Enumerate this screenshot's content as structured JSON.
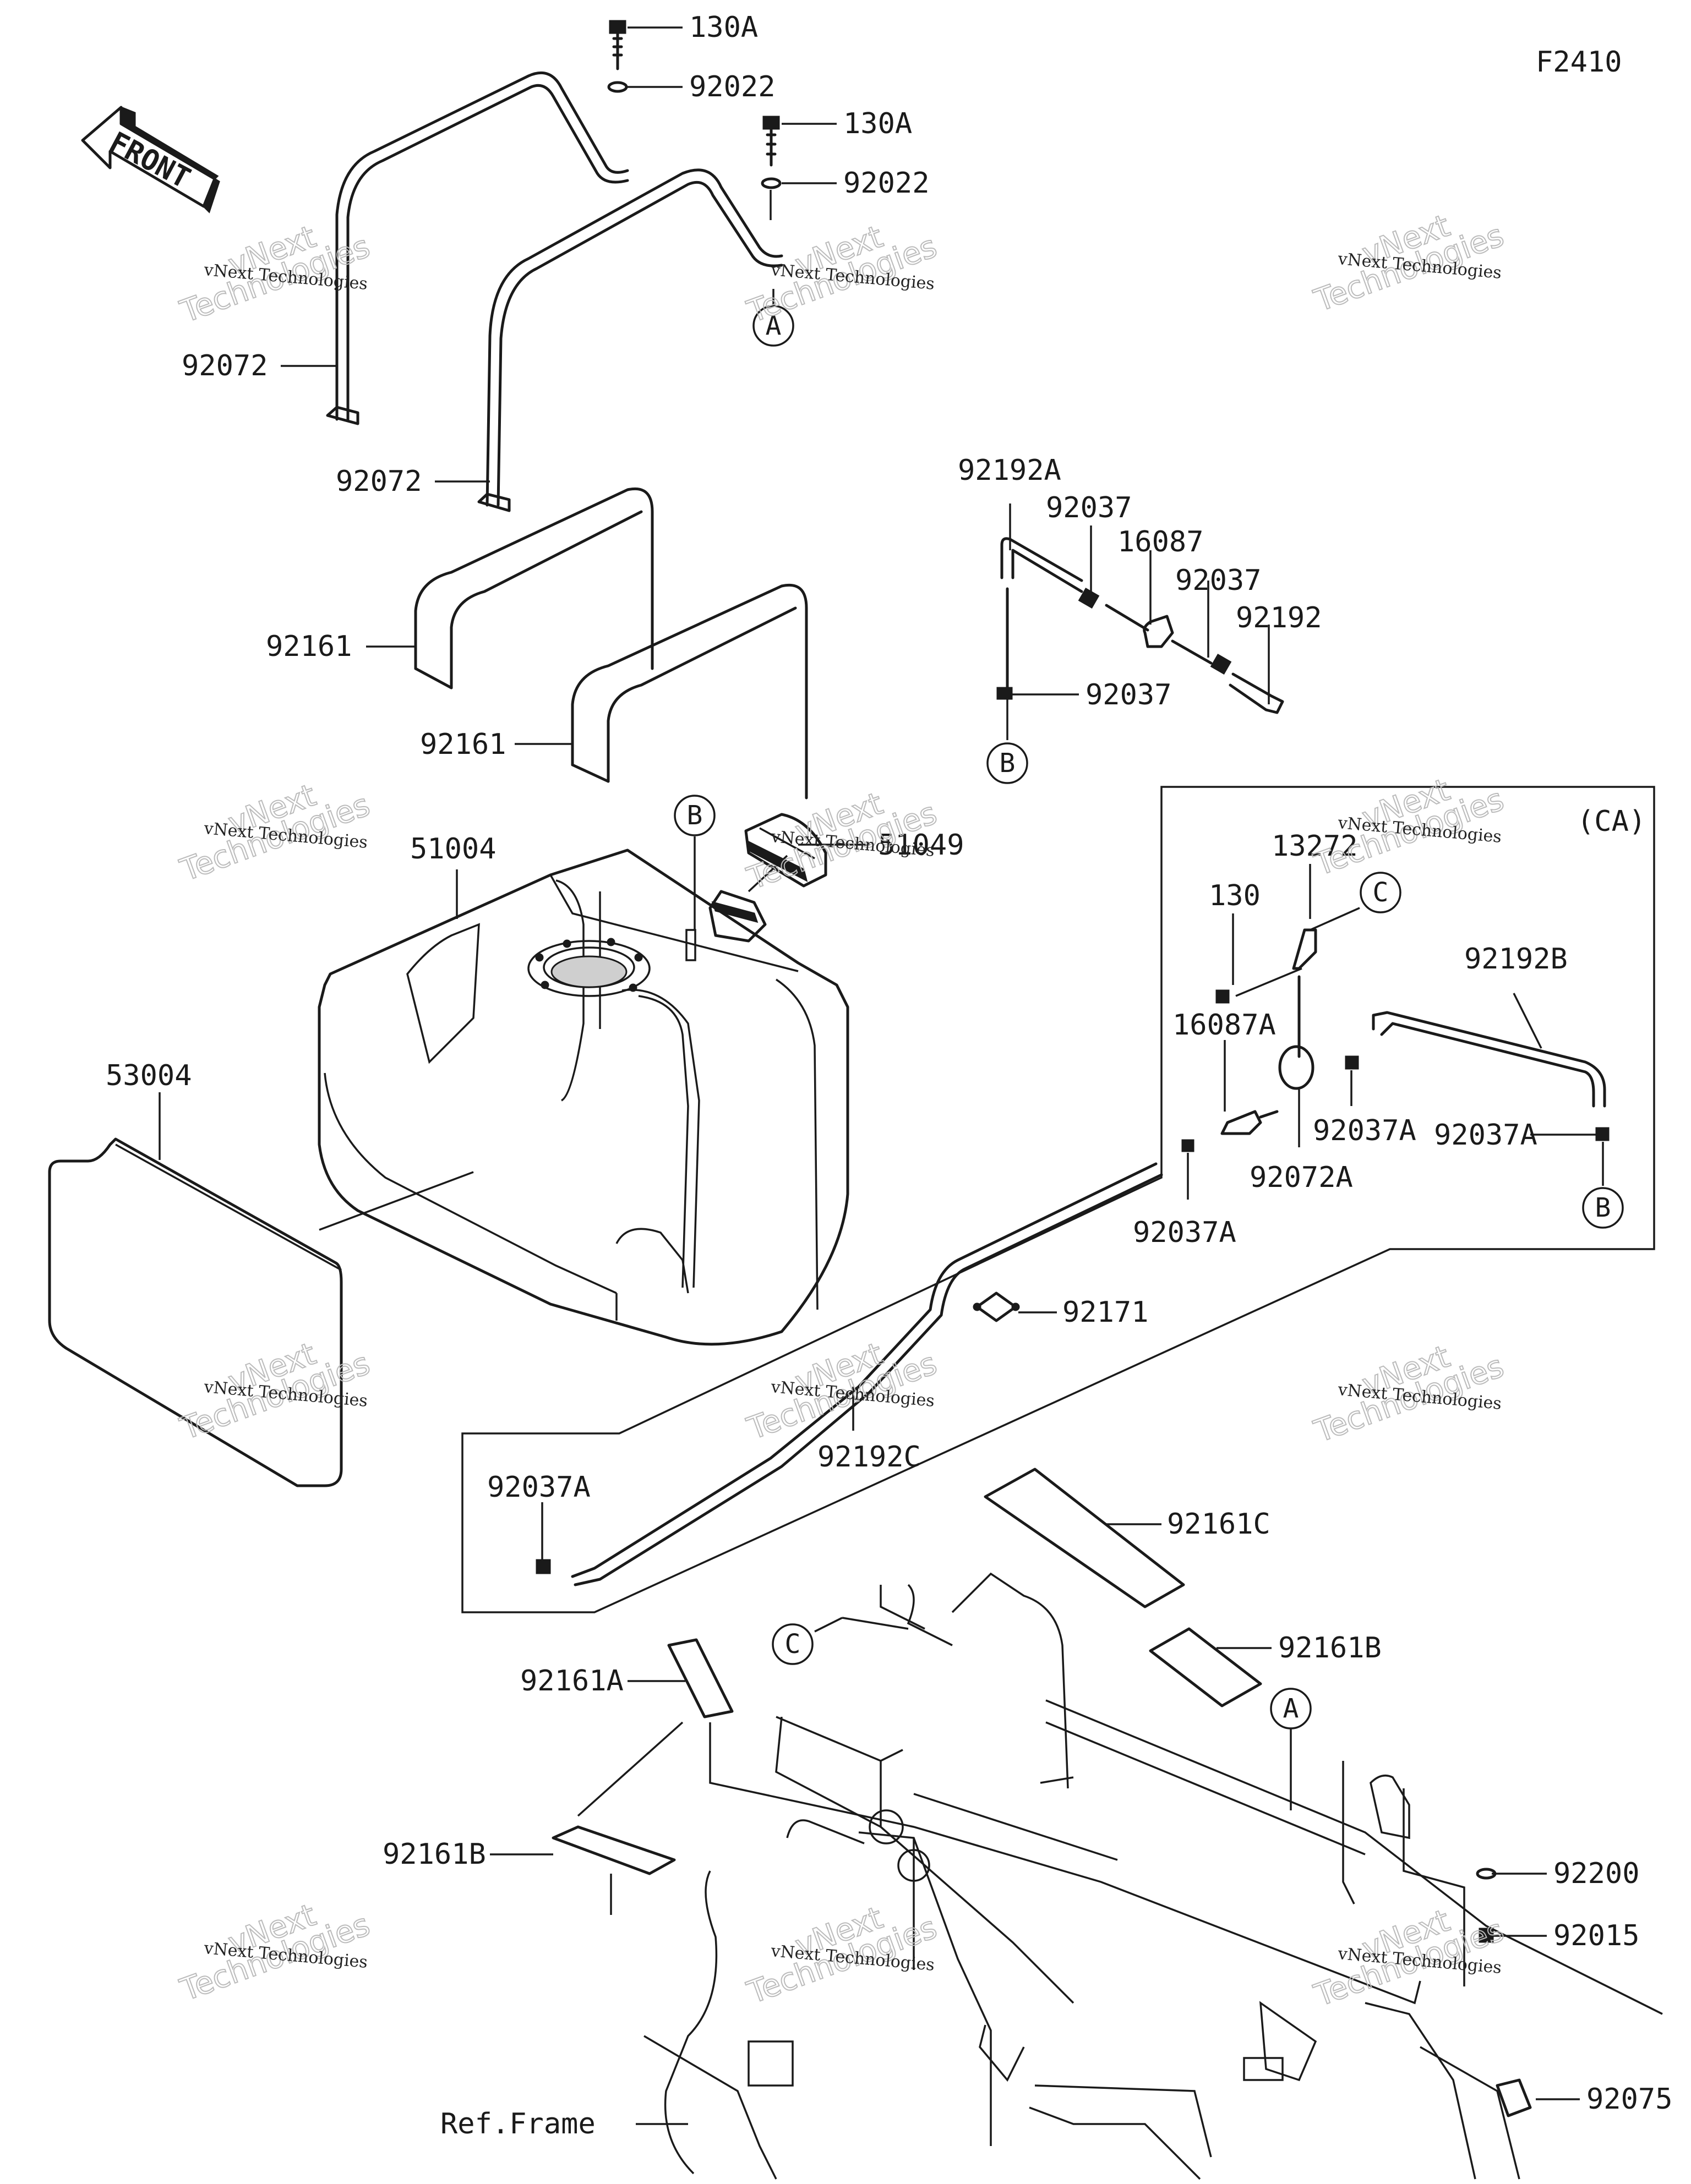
{
  "figure_code": "F2410",
  "front_label": "FRONT",
  "watermark": {
    "brand": "vNext Technologies",
    "line1": "vNext",
    "line2": "Technologies"
  },
  "parts": {
    "p130A_1": "130A",
    "p92022_1": "92022",
    "p130A_2": "130A",
    "p92022_2": "92022",
    "p92072_1": "92072",
    "p92072_2": "92072",
    "p92161_1": "92161",
    "p92161_2": "92161",
    "p92192A": "92192A",
    "p92037_a": "92037",
    "p16087": "16087",
    "p92037_b": "92037",
    "p92192": "92192",
    "p92037_c": "92037",
    "p51004": "51004",
    "p51049": "51049",
    "p53004": "53004",
    "ca_label": "(CA)",
    "p13272": "13272",
    "p130": "130",
    "p92192B": "92192B",
    "p16087A": "16087A",
    "p92037A_1": "92037A",
    "p92037A_2": "92037A",
    "p92072A": "92072A",
    "p92037A_3": "92037A",
    "p92171": "92171",
    "p92037A_4": "92037A",
    "p92192C": "92192C",
    "p92161C": "92161C",
    "p92161B_1": "92161B",
    "p92161A": "92161A",
    "p92161B_2": "92161B",
    "p92200": "92200",
    "p92015": "92015",
    "p92075": "92075",
    "ref_frame": "Ref.Frame"
  },
  "refs": {
    "A": "A",
    "B": "B",
    "C": "C"
  }
}
